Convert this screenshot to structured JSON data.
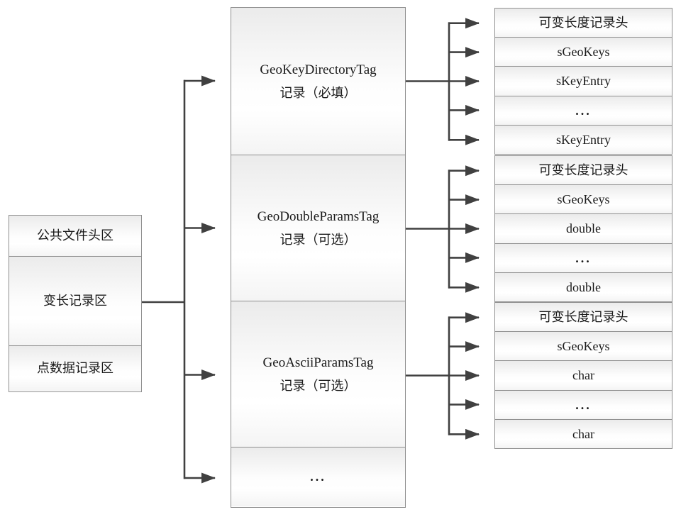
{
  "diagram_title": "LAS variable-length-record GeoTIFF tag structure diagram",
  "colors": {
    "line": "#404040",
    "box_border": "#8f8f8f",
    "box_fill_top": "#ebebeb",
    "box_fill_bottom": "#f4f4f4",
    "background": "#ffffff"
  },
  "left_box": {
    "rows": [
      {
        "label": "公共文件头区"
      },
      {
        "label": "变长记录区"
      },
      {
        "label": "点数据记录区"
      }
    ]
  },
  "middle_box": {
    "sections": [
      {
        "line1": "GeoKeyDirectoryTag",
        "line2": "记录（必填）"
      },
      {
        "line1": "GeoDoubleParamsTag",
        "line2": "记录（可选）"
      },
      {
        "line1": "GeoAsciiParamsTag",
        "line2": "记录（可选）"
      },
      {
        "line1": "..."
      }
    ]
  },
  "right_stacks": [
    {
      "rows": [
        "可变长度记录头",
        "sGeoKeys",
        "sKeyEntry",
        "...",
        "sKeyEntry"
      ]
    },
    {
      "rows": [
        "可变长度记录头",
        "sGeoKeys",
        "double",
        "...",
        "double"
      ]
    },
    {
      "rows": [
        "可变长度记录头",
        "sGeoKeys",
        "char",
        "...",
        "char"
      ]
    }
  ]
}
